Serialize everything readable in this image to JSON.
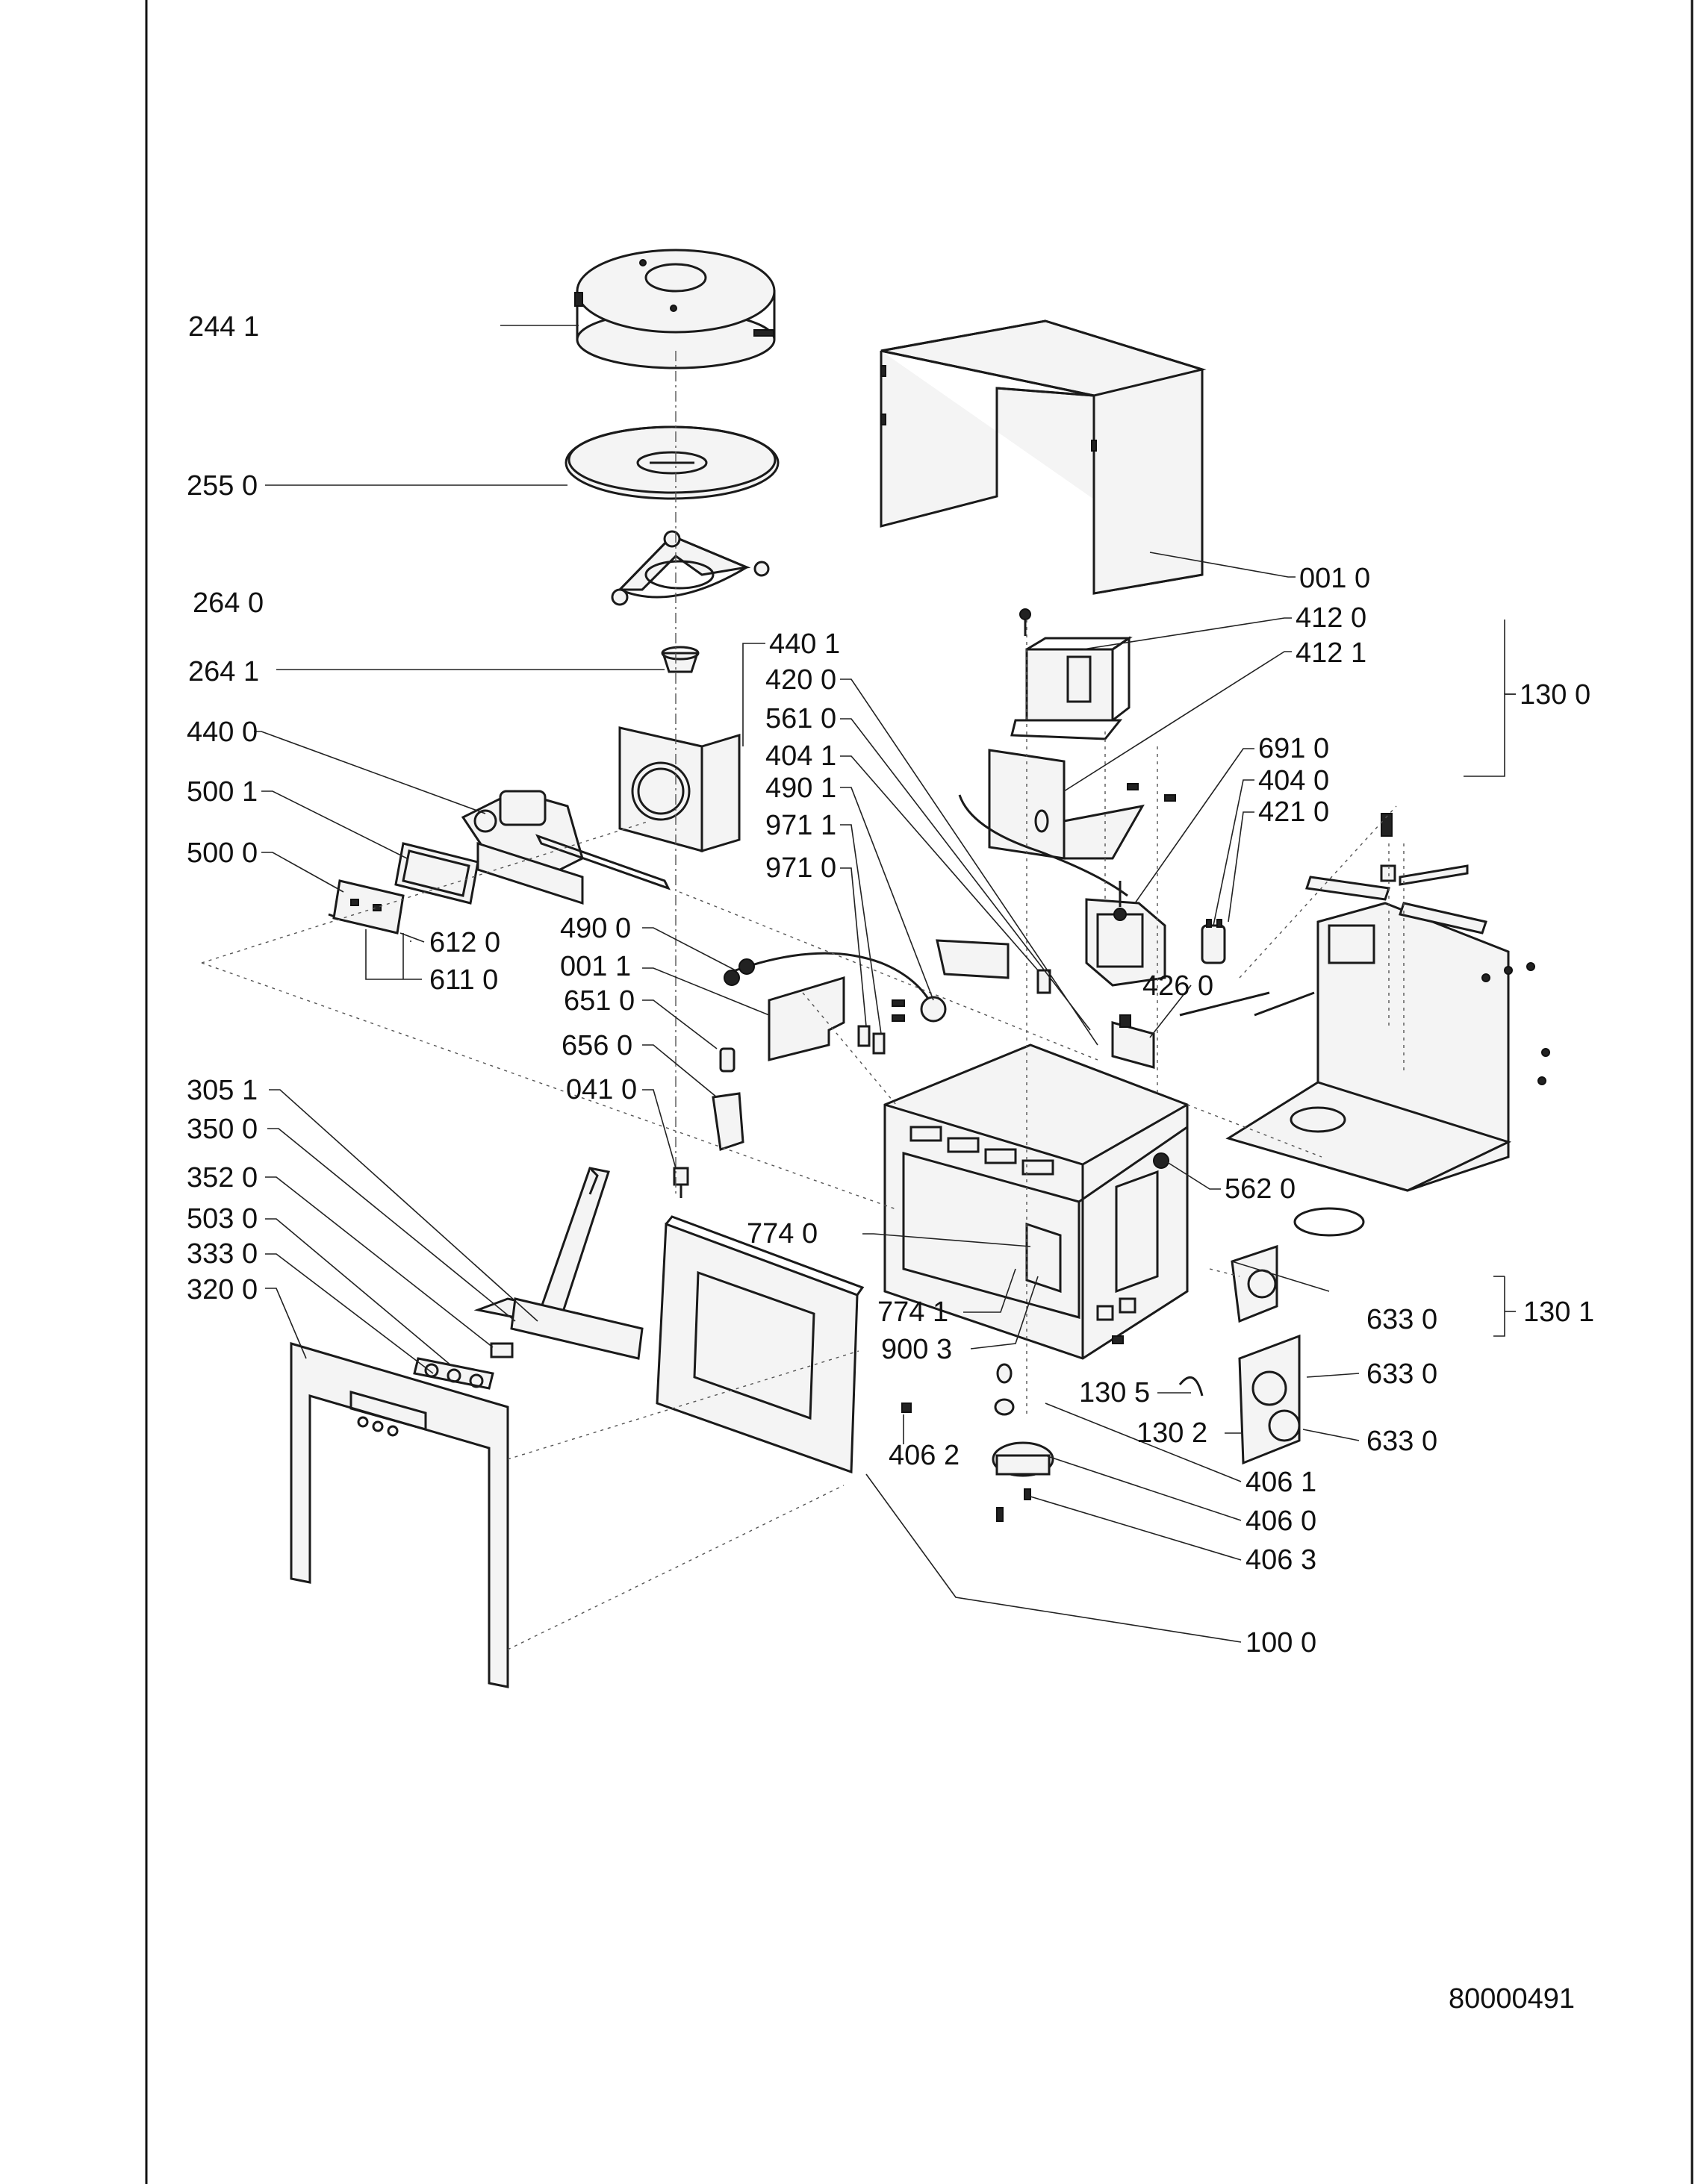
{
  "document_number": "80000491",
  "parts": [
    {
      "id": "p2441",
      "text": "244 1"
    },
    {
      "id": "p2550",
      "text": "255 0"
    },
    {
      "id": "p2640",
      "text": "264 0"
    },
    {
      "id": "p2641",
      "text": "264 1"
    },
    {
      "id": "p4400",
      "text": "440 0"
    },
    {
      "id": "p5001",
      "text": "500 1"
    },
    {
      "id": "p5000",
      "text": "500 0"
    },
    {
      "id": "p6120",
      "text": "612 0"
    },
    {
      "id": "p6110",
      "text": "611 0"
    },
    {
      "id": "p4401",
      "text": "440 1"
    },
    {
      "id": "p4200",
      "text": "420 0"
    },
    {
      "id": "p5610",
      "text": "561 0"
    },
    {
      "id": "p4041",
      "text": "404 1"
    },
    {
      "id": "p4901",
      "text": "490 1"
    },
    {
      "id": "p9711",
      "text": "971 1"
    },
    {
      "id": "p9710",
      "text": "971 0"
    },
    {
      "id": "p4900",
      "text": "490 0"
    },
    {
      "id": "p0011",
      "text": "001 1"
    },
    {
      "id": "p6510",
      "text": "651 0"
    },
    {
      "id": "p6560",
      "text": "656 0"
    },
    {
      "id": "p0410",
      "text": "041 0"
    },
    {
      "id": "p3051",
      "text": "305 1"
    },
    {
      "id": "p3500",
      "text": "350 0"
    },
    {
      "id": "p3520",
      "text": "352 0"
    },
    {
      "id": "p5030",
      "text": "503 0"
    },
    {
      "id": "p3330",
      "text": "333 0"
    },
    {
      "id": "p3200",
      "text": "320 0"
    },
    {
      "id": "p0010",
      "text": "001 0"
    },
    {
      "id": "p4120",
      "text": "412 0"
    },
    {
      "id": "p4121",
      "text": "412 1"
    },
    {
      "id": "p1300",
      "text": "130 0"
    },
    {
      "id": "p6910",
      "text": "691 0"
    },
    {
      "id": "p4040",
      "text": "404 0"
    },
    {
      "id": "p4210",
      "text": "421 0"
    },
    {
      "id": "p4260",
      "text": "426 0"
    },
    {
      "id": "p5620",
      "text": "562 0"
    },
    {
      "id": "p7740",
      "text": "774 0"
    },
    {
      "id": "p7741",
      "text": "774 1"
    },
    {
      "id": "p9003",
      "text": "900 3"
    },
    {
      "id": "p6330a",
      "text": "633 0"
    },
    {
      "id": "p1301",
      "text": "130 1"
    },
    {
      "id": "p6330b",
      "text": "633 0"
    },
    {
      "id": "p1305",
      "text": "130 5"
    },
    {
      "id": "p1302",
      "text": "130 2"
    },
    {
      "id": "p6330c",
      "text": "633 0"
    },
    {
      "id": "p4062",
      "text": "406 2"
    },
    {
      "id": "p4061",
      "text": "406 1"
    },
    {
      "id": "p4060",
      "text": "406 0"
    },
    {
      "id": "p4063",
      "text": "406 3"
    },
    {
      "id": "p1000",
      "text": "100 0"
    }
  ]
}
